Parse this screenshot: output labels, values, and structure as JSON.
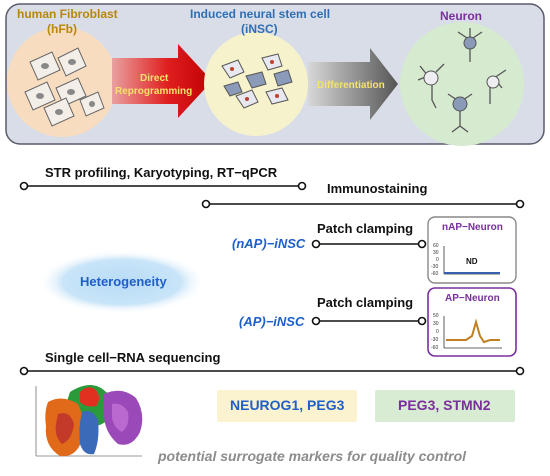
{
  "top_panel": {
    "fibroblast": {
      "title": "human Fibroblast",
      "abbr": "(hFb)"
    },
    "arrow1": {
      "line1": "Direct",
      "line2": "Reprogramming"
    },
    "insc": {
      "title": "Induced neural stem cell",
      "abbr": "(iNSC)"
    },
    "arrow2": {
      "label": "Differentiation"
    },
    "neuron": {
      "title": "Neuron"
    }
  },
  "timeline": {
    "str": "STR profiling, Karyotyping, RT−qPCR",
    "immuno": "Immunostaining",
    "patch1": "Patch clamping",
    "patch2": "Patch clamping",
    "nap_insc": "(nAP)−iNSC",
    "ap_insc": "(AP)−iNSC",
    "heterogeneity": "Heterogeneity",
    "scrna": "Single cell−RNA sequencing"
  },
  "nap_box": {
    "title": "nAP−Neuron",
    "nd": "ND",
    "yticks": [
      "60",
      "30",
      "0",
      "-30",
      "-60"
    ]
  },
  "ap_box": {
    "title": "AP−Neuron",
    "yticks": [
      "50",
      "30",
      "0",
      "-30",
      "-60"
    ]
  },
  "markers": {
    "box1": "NEUROG1, PEG3",
    "box2": "PEG3, STMN2",
    "footer": "potential surrogate markers for quality control"
  },
  "colors": {
    "fibroblast": "#b8860b",
    "insc": "#2e6fb5",
    "neuron": "#7a2e9e",
    "accent_blue": "#1f5fc9",
    "ap_trace": "#c08020",
    "nap_trace": "#3a60b0",
    "panel_bg": "#d9dde8"
  }
}
